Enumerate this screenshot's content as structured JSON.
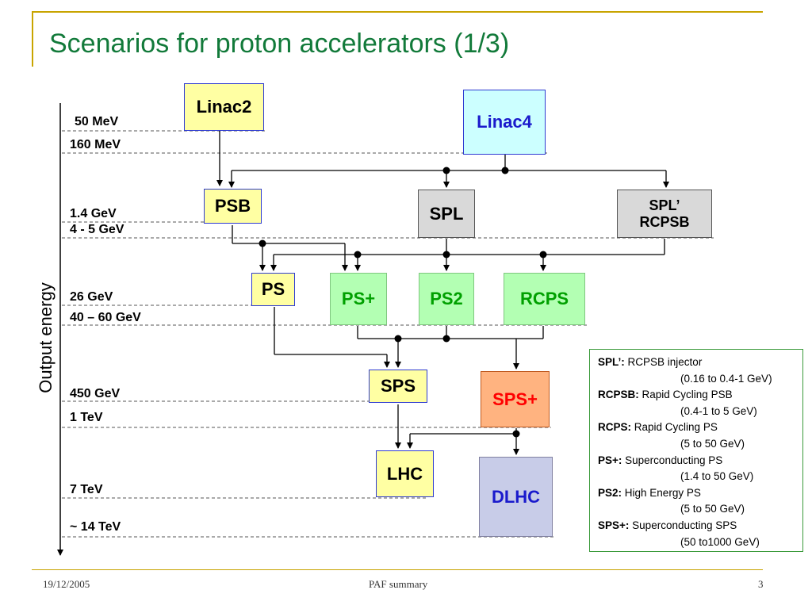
{
  "title": "Scenarios for proton accelerators (1/3)",
  "axis_label": "Output energy",
  "levels": [
    "50 MeV",
    "160 MeV",
    "1.4 GeV",
    "4 - 5 GeV",
    "26 GeV",
    "40 – 60 GeV",
    "450 GeV",
    "1 TeV",
    "7 TeV",
    "~ 14 TeV"
  ],
  "boxes": {
    "linac2": "Linac2",
    "linac4": "Linac4",
    "psb": "PSB",
    "spl": "SPL",
    "splp_line1": "SPL’",
    "splp_line2": "RCPSB",
    "ps": "PS",
    "psplus": "PS+",
    "ps2": "PS2",
    "rcps": "RCPS",
    "sps": "SPS",
    "spsplus": "SPS+",
    "lhc": "LHC",
    "dlhc": "DLHC"
  },
  "legend": [
    {
      "term": "SPL’:",
      "desc": "RCPSB injector",
      "range": "(0.16 to 0.4-1 GeV)"
    },
    {
      "term": "RCPSB:",
      "desc": "Rapid Cycling PSB",
      "range": "(0.4-1 to 5 GeV)"
    },
    {
      "term": "RCPS:",
      "desc": "Rapid Cycling PS",
      "range": "(5 to 50 GeV)"
    },
    {
      "term": "PS+:",
      "desc": "Superconducting PS",
      "range": "(1.4 to 50 GeV)"
    },
    {
      "term": "PS2:",
      "desc": "High Energy PS",
      "range": "(5 to 50 GeV)"
    },
    {
      "term": "SPS+:",
      "desc": "Superconducting SPS",
      "range": "(50 to1000 GeV)"
    }
  ],
  "footer": {
    "date": "19/12/2005",
    "center": "PAF summary",
    "page": "3"
  },
  "colors": {
    "title": "#127a3a",
    "accent": "#c8a400",
    "yellow_box": "#ffffa3",
    "green_box": "#b3ffb3",
    "cyan_box": "#ccffff",
    "orange_box": "#ffb380"
  }
}
